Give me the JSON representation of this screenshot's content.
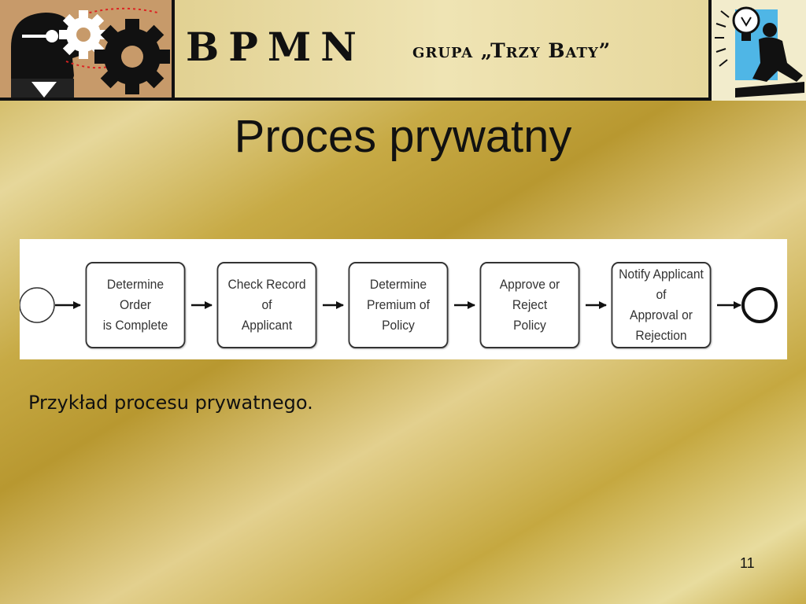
{
  "header": {
    "brand": "BPMN",
    "group": "grupa „Trzy Baty”"
  },
  "slide": {
    "title": "Proces prywatny",
    "caption": "Przykład procesu prywatnego.",
    "page_number": "11"
  },
  "diagram": {
    "tasks": [
      {
        "line1": "Determine Order",
        "line2": "is Complete",
        "line3": ""
      },
      {
        "line1": "Check Record of",
        "line2": "Applicant",
        "line3": ""
      },
      {
        "line1": "Determine",
        "line2": "Premium of Policy",
        "line3": ""
      },
      {
        "line1": "Approve or Reject",
        "line2": "Policy",
        "line3": ""
      },
      {
        "line1": "Notify Applicant of",
        "line2": "Approval or",
        "line3": "Rejection"
      }
    ]
  },
  "colors": {
    "background": "#c9ad4a",
    "header": "#efe4b4",
    "text": "#111111",
    "task_border": "#333333"
  }
}
